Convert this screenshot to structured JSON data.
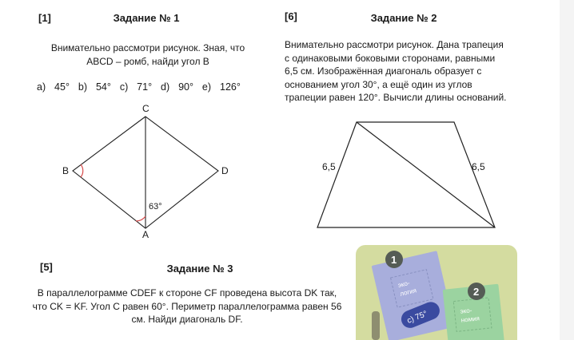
{
  "task1": {
    "tag": "[1]",
    "title": "Задание № 1",
    "line1": "Внимательно рассмотри рисунок. Зная, что",
    "line2": "ABCD – ромб, найди угол B",
    "answers": "a)  45°  b)  54°  c)  71°  d)  90°  e)  126°",
    "figure": {
      "C": "C",
      "B": "B",
      "D": "D",
      "A": "A",
      "angle": "63°"
    }
  },
  "task2": {
    "tag": "[6]",
    "title": "Задание № 2",
    "lines": [
      "Внимательно рассмотри рисунок. Дана трапеция",
      "с одинаковыми боковыми сторонами, равными",
      "6,5 см. Изображённая диагональ образует с",
      "основанием угол 30°, а ещё один из углов",
      "трапеции равен 120°. Вычисли длины оснований."
    ],
    "figure": {
      "left_side": "6,5",
      "right_side": "6,5"
    }
  },
  "task3": {
    "tag": "[5]",
    "title": "Задание № 3",
    "lines": [
      "В параллелограмме CDEF к стороне CF проведена высота DK так,",
      "что CK = KF. Угол C равен 60°. Периметр параллелограмма равен 56",
      "см. Найди диагональ DF."
    ]
  },
  "sticker": {
    "badge1": "1",
    "badge2": "2",
    "card1": [
      "эко-",
      "логия"
    ],
    "card2": [
      "эко-",
      "номия"
    ],
    "answer": "c) 75°"
  }
}
